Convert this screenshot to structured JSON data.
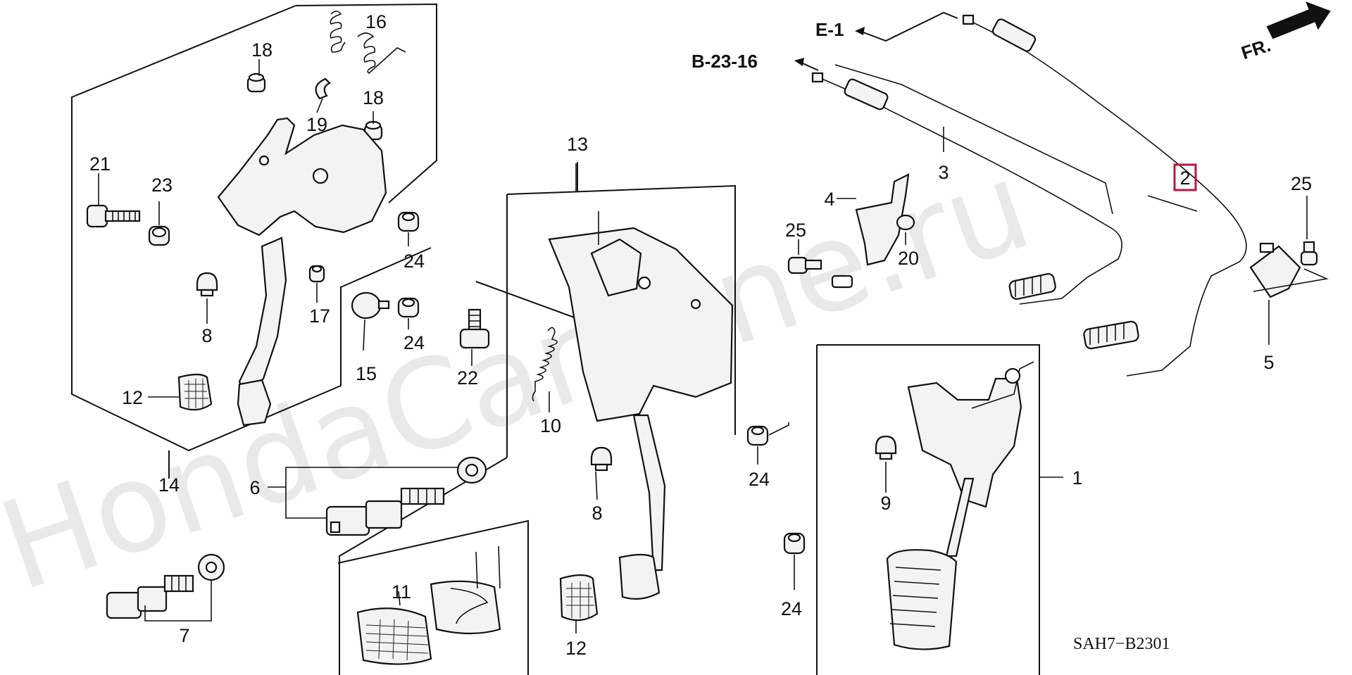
{
  "watermark": "HondaCarMine.ru",
  "orientation_label": "FR.",
  "diagram_code": "SAH7−B2301",
  "references": {
    "e1": "E-1",
    "b2316": "B-23-16"
  },
  "highlight_color": "#c0143c",
  "highlighted_callout": "2",
  "callouts": {
    "c1": "1",
    "c2": "2",
    "c3": "3",
    "c4": "4",
    "c5": "5",
    "c6": "6",
    "c7": "7",
    "c8a": "8",
    "c8b": "8",
    "c9": "9",
    "c10": "10",
    "c11": "11",
    "c12a": "12",
    "c12b": "12",
    "c13": "13",
    "c14": "14",
    "c15": "15",
    "c16": "16",
    "c17": "17",
    "c18a": "18",
    "c18b": "18",
    "c19": "19",
    "c20": "20",
    "c21": "21",
    "c22": "22",
    "c23": "23",
    "c24a": "24",
    "c24b": "24",
    "c24c": "24",
    "c24d": "24",
    "c25a": "25",
    "c25b": "25"
  }
}
